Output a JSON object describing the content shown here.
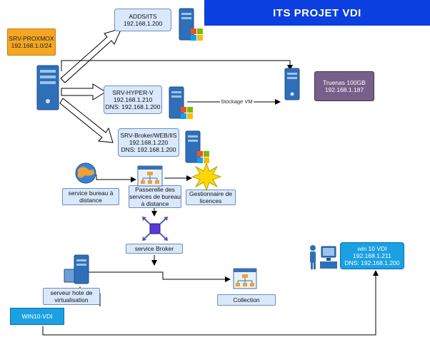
{
  "title": "ITS PROJET VDI",
  "nodes": {
    "proxmox": [
      "SRV-PROXMOX",
      "192.168.1.0/24"
    ],
    "adds": [
      "ADDS/ITS",
      "192.168.1.200"
    ],
    "hyperv": [
      "SRV-HYPER-V",
      "192.168.1.210",
      "DNS: 192.168.1.200"
    ],
    "broker_srv": [
      "SRV-Broker/WEB/IIS",
      "192.168.1.220",
      "DNS: 192.168.1.200"
    ],
    "truenas": [
      "Truenas 100GB",
      "192.168.1.187"
    ],
    "service_bureau": [
      "service bureau à",
      "distance"
    ],
    "passerelle": [
      "Passerelle des",
      "services de bureau",
      "à distance"
    ],
    "gestionnaire": [
      "Gestionnaire de",
      "licences"
    ],
    "service_broker": [
      "service Broker"
    ],
    "win10_vdi_info": [
      "win 10 VDI",
      "192.168.1.211",
      "DNS: 192.168.1.200"
    ],
    "hote_virt": [
      "serveur hote de",
      "virtualisation"
    ],
    "collection": [
      "Collection"
    ],
    "win10_vdi": [
      "WIN10-VDI"
    ]
  },
  "edges": {
    "stockage_label": "Stockage VM"
  },
  "colors": {
    "banner": "#0b3fe0",
    "orange": "#f5a623",
    "light_blue": "#dae8fc",
    "purple": "#76608a",
    "solid_blue": "#1ba1e2"
  }
}
